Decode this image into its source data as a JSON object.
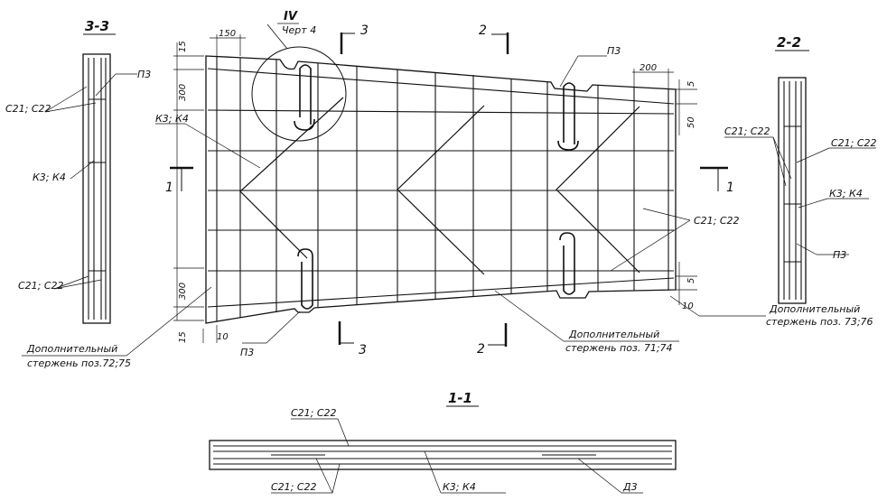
{
  "sections": {
    "s33": "3-3",
    "s22": "2-2",
    "s11": "1-1"
  },
  "cut_marks": {
    "n1": "1",
    "n2": "2",
    "n3": "3"
  },
  "detail": {
    "number": "IV",
    "sheet": "Черт 4"
  },
  "labels": {
    "c21c22": "С21; С22",
    "k3k4": "К3; К4",
    "p3": "П3",
    "p3_alt": "Д3",
    "extra_bar": "Дополнительный",
    "pos_72_75": "стержень поз.72;75",
    "pos_71_74": "стержень поз. 71;74",
    "pos_73_76": "стержень поз. 73;76"
  },
  "dims": {
    "d150": "150",
    "d200": "200",
    "d15": "15",
    "d300": "300",
    "d5": "5",
    "d50": "50",
    "d10": "10"
  }
}
